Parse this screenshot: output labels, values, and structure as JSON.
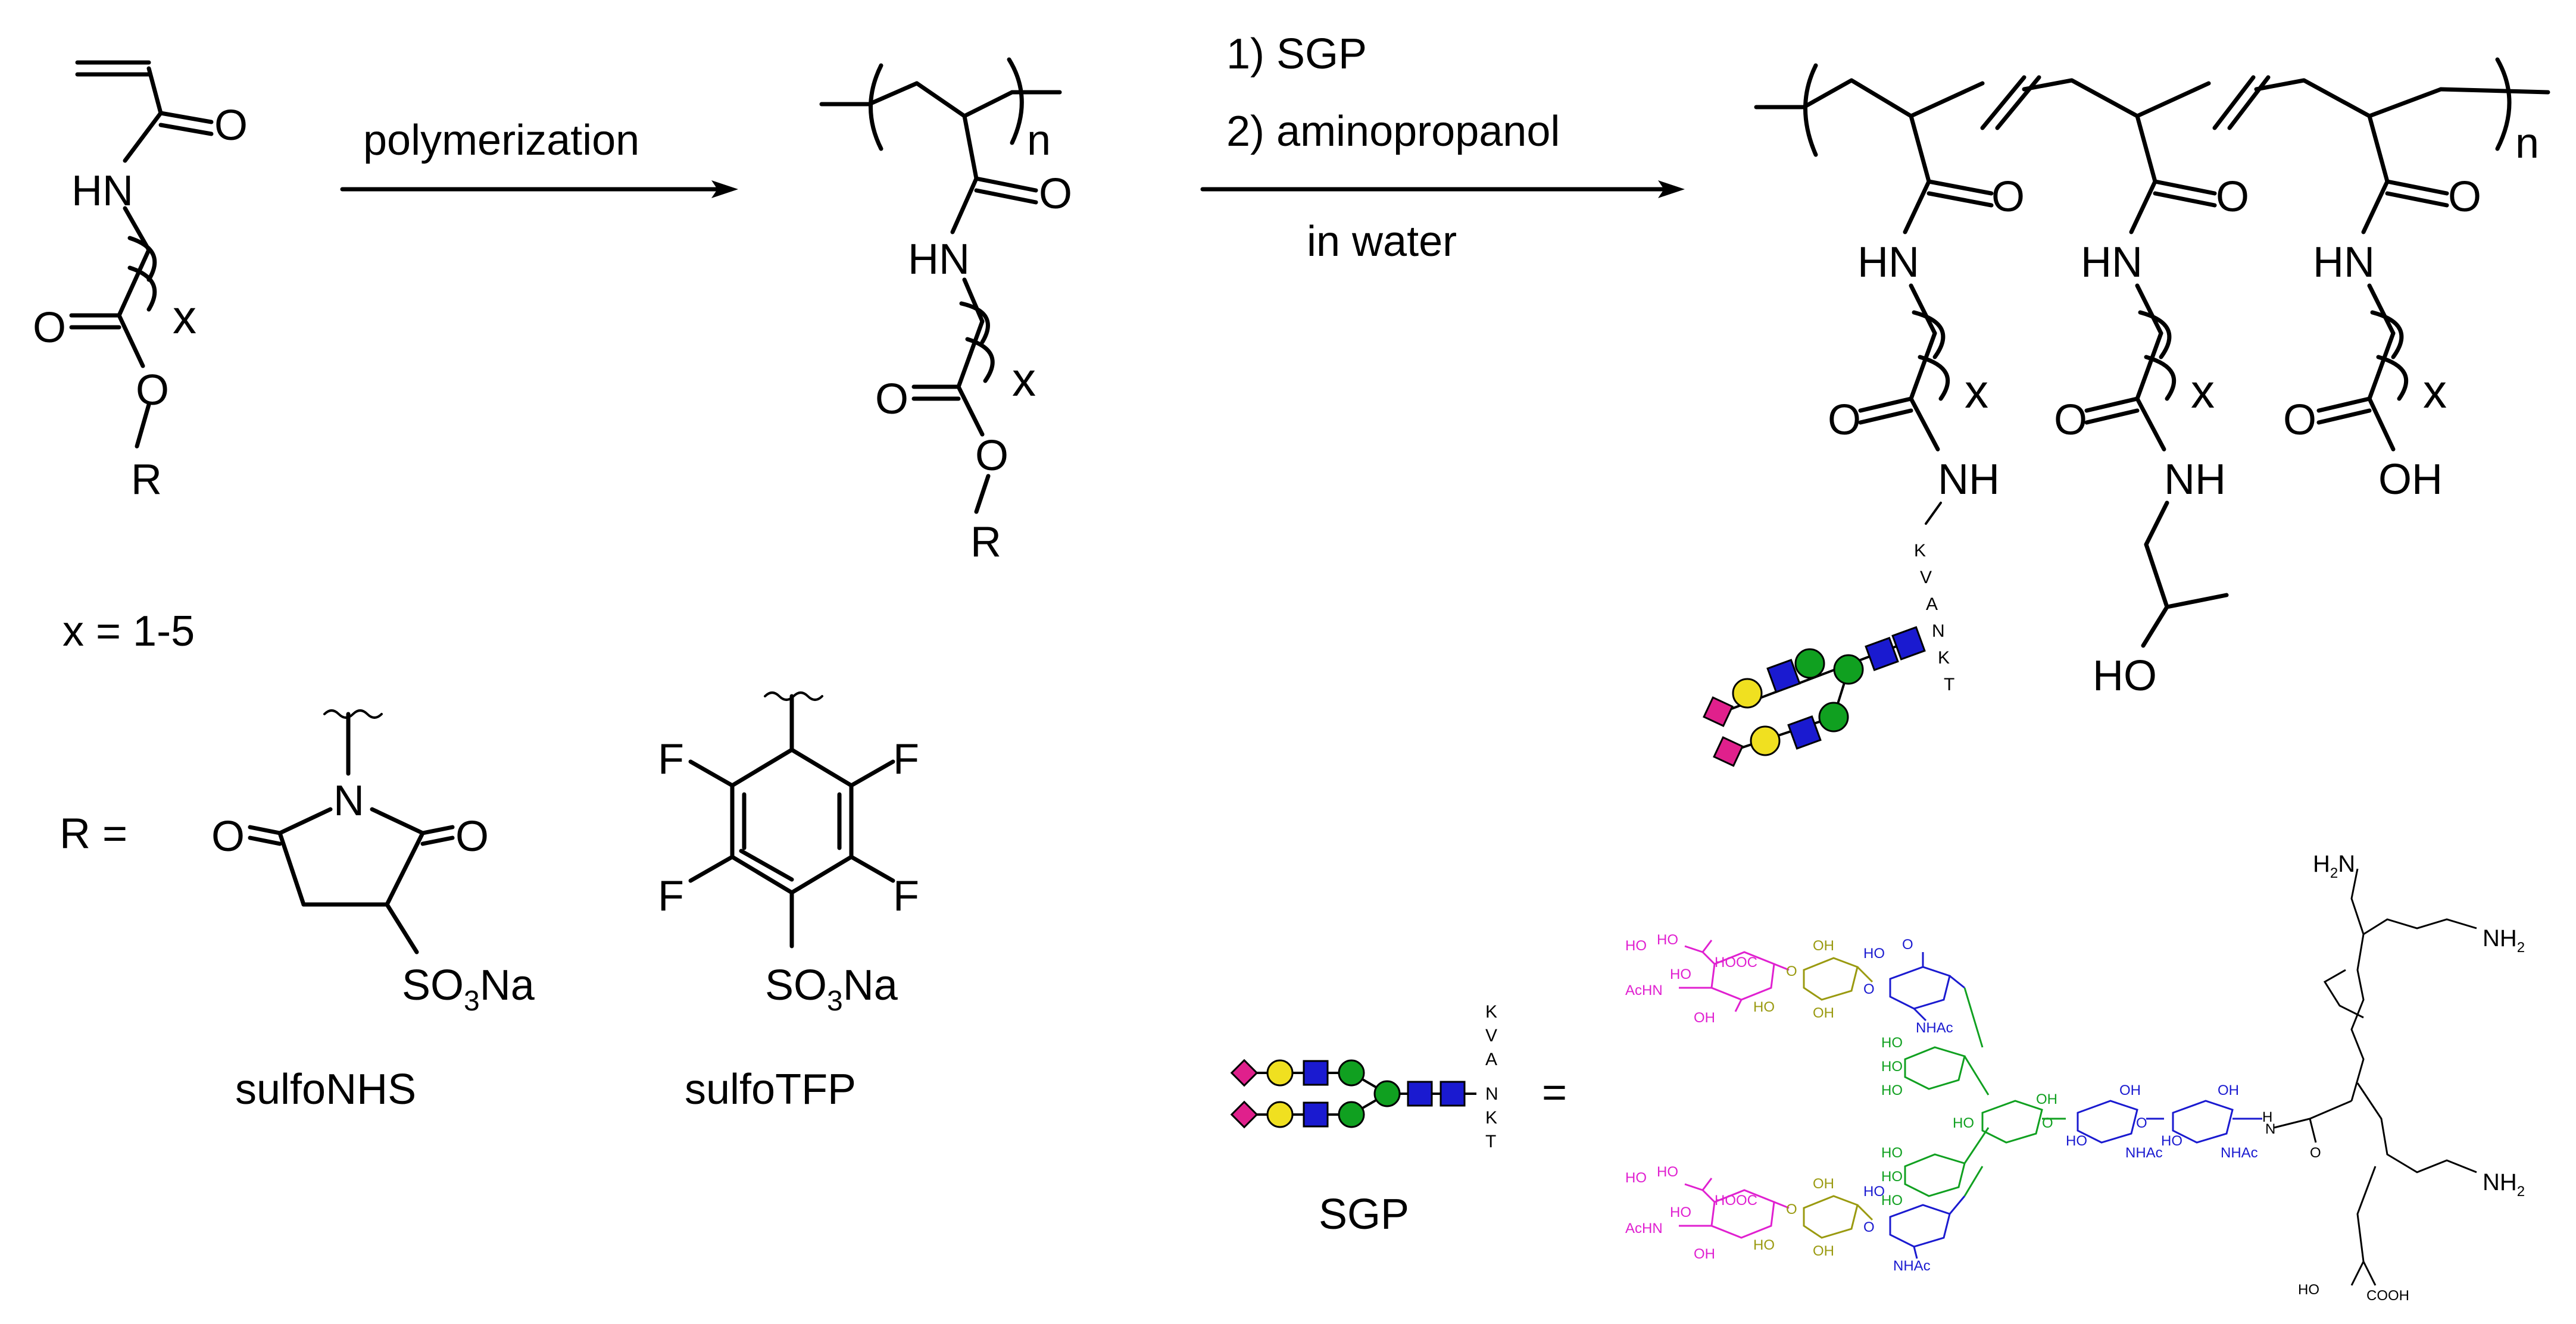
{
  "colors": {
    "neu5ac": "#e0208c",
    "galactose": "#f0e020",
    "glcnac": "#1a1ad0",
    "mannose": "#10a020",
    "sia_text": "#e020d0",
    "gal_text": "#9a9a10",
    "glc_text": "#1a1ad0",
    "man_text": "#10a020"
  },
  "monomer": {
    "o_label": "O",
    "hn_label": "HN",
    "x_label": "x",
    "ester_o_label": "O",
    "ester_o2_label": "O",
    "r_label": "R"
  },
  "step1": {
    "arrow_label": "polymerization"
  },
  "polymer": {
    "n_label": "n",
    "o_label": "O",
    "hn_label": "HN",
    "x_label": "x",
    "ester_o_label": "O",
    "ester_o2_label": "O",
    "r_label": "R"
  },
  "step2": {
    "line1": "1) SGP",
    "line2": "2) aminopropanol",
    "line3": "in water"
  },
  "product": {
    "n_label": "n",
    "o_label": "O",
    "hn_label": "HN",
    "x_label": "x",
    "nh_label": "NH",
    "oh_label": "OH",
    "ho_label": "HO",
    "peptide": [
      "K",
      "V",
      "A",
      "N",
      "K",
      "T"
    ]
  },
  "x_range": "x = 1-5",
  "r_equals": "R =",
  "sulfonhs": {
    "name": "sulfoNHS",
    "o_label": "O",
    "n_label": "N",
    "so3na_base": "SO",
    "so3na_sub": "3",
    "so3na_tail": "Na"
  },
  "sulfotfp": {
    "name": "sulfoTFP",
    "f_label": "F",
    "so3na_base": "SO",
    "so3na_sub": "3",
    "so3na_tail": "Na"
  },
  "sgp": {
    "label": "SGP",
    "equals": "=",
    "peptide": [
      "K",
      "V",
      "A",
      "N",
      "K",
      "T"
    ],
    "glycan_labels": {
      "ho": "HO",
      "hooc": "HOOC",
      "acnh": "AcHN",
      "oh": "OH",
      "nhac": "NHAc",
      "o": "O",
      "h": "H",
      "n": "N",
      "nh2_base": "NH",
      "nh2_sub": "2",
      "h2n_base": "H",
      "h2n_sub": "2",
      "h2n_tail": "N",
      "cooh": "COOH"
    }
  }
}
